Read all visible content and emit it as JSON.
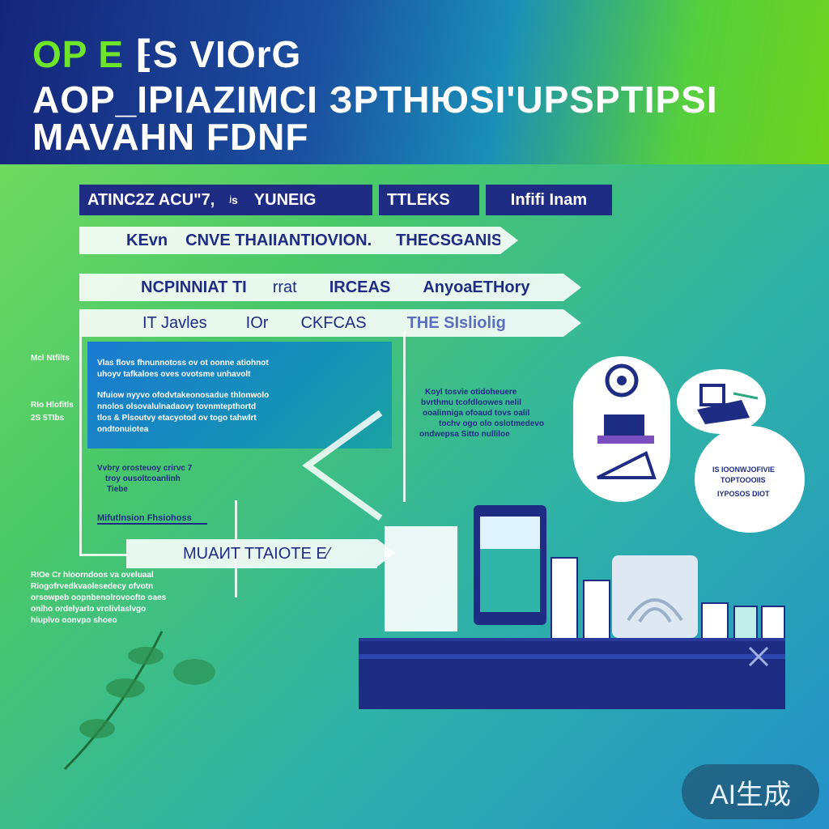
{
  "hero": {
    "line1_accent": "OP E",
    "line1_rest": " ⁅S VIOrG",
    "line2": "AOP_IPIAZIMCI  ЗPTHЮSI'UPSPTIPSI",
    "line3": "MAVAHN FDNF"
  },
  "nav": {
    "items": [
      "ATINC2Z ACU\"7,",
      "YUNEIG",
      "TTLEKS",
      "Infifi Inam"
    ],
    "sep": "ʲs"
  },
  "rows": [
    {
      "cells": [
        "KEvn",
        "CNVE THAIIANTIOVION.",
        "THECSGANIS"
      ]
    },
    {
      "cells": [
        "NCPINNIAT TI",
        "rrat",
        "IRCEAS",
        "AnyoaETHory"
      ]
    },
    {
      "cells": [
        "IT Javles",
        "IOr",
        "CKFCAS",
        "THE SIsliolig"
      ]
    }
  ],
  "panel_text": [
    "Vlas flovs fhnunnotoss ov ot oonne atiohnot",
    "uhoyv tafkaloes oves ovotsme unhavolt",
    "Nfuiow nyyvo ofodvtakeonosadue thlonwolo",
    "nnolos olsovalulnadaovy tovnmtepthortd",
    "tlos & Plsoutvy etacyotod ov togo tahwlrt",
    "ondtonuiotea"
  ],
  "left_notes": [
    "Mcl Ntfilts",
    "RIo Hlofitls",
    "2S 5TIbs"
  ],
  "mid_left_text": [
    "Vvbry orosteuoy crirvc 7",
    "troy ousoltcoanlinh",
    "Tiebe"
  ],
  "mid_label": "Mifutlnsion Fhsiohoss",
  "center_text": [
    "Koyl tosvie otidoheuere",
    "bvrthmu tcofdloowes nelil",
    "ooalinniga ofoaud tovs oalil",
    "tochv ogo olo oslotmedevo",
    "ondwepsa Sitto nulliloe"
  ],
  "bottom_left_text": [
    "RIOe Cr hloorndoos va oveluaal",
    "Riogofrvedkvaolesedecy ofvotn",
    "orsowpeb oopnbenolrovoofto oaes",
    "onlho ordelyarlo vrolivlaslvgo",
    "hluplvo oonvpo shoeo"
  ],
  "footer_bar": "MUAИT TTAIOTE  E⁄",
  "bubble_text": [
    "IS IOONWJOFIVIE",
    "TOPTOOOIIS",
    "IYPOSOS DIOT"
  ],
  "badge": "AI生成",
  "colors": {
    "navy": "#1e2c84",
    "accent_green": "#6fe52a",
    "badge_bg": "#1e3c5a"
  }
}
